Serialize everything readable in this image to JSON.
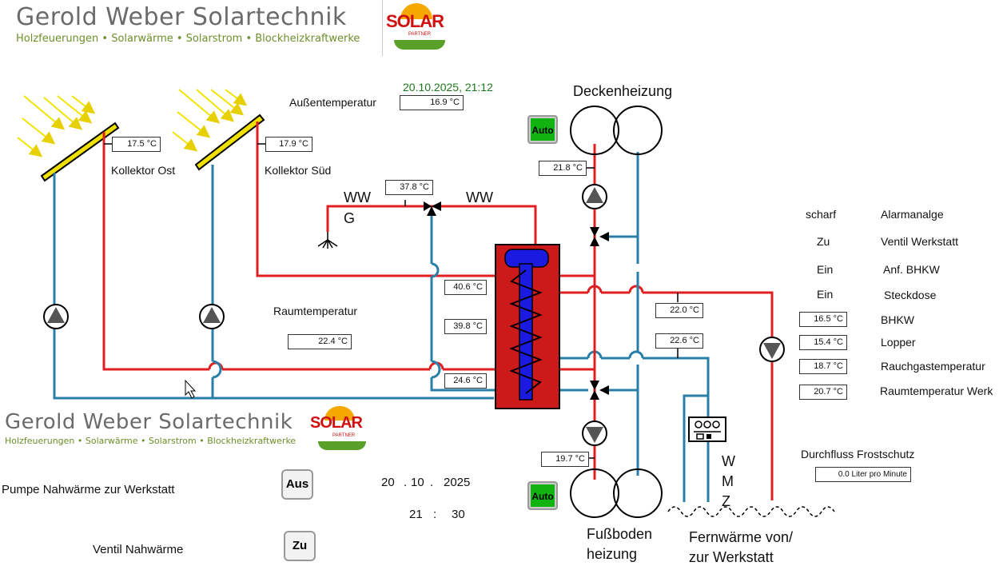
{
  "brand": {
    "title": "Gerold Weber Solartechnik",
    "subtitle": "Holzfeuerungen • Solarwärme • Solarstrom • Blockheizkraftwerke",
    "logo_text": "SOLAR",
    "logo_sub": "PARTNER"
  },
  "header_datetime": "20.10.2025,  21:12",
  "outdoor": {
    "label": "Außentemperatur",
    "value": "16.9 °C"
  },
  "collectors": [
    {
      "label": "Kollektor Ost",
      "value": "17.5 °C"
    },
    {
      "label": "Kollektor Süd",
      "value": "17.9 °C"
    }
  ],
  "hotwater": {
    "ww_left": "WW",
    "g": "G",
    "ww_right": "WW",
    "mixer_temp": "37.8 °C"
  },
  "room": {
    "label": "Raumtemperatur",
    "value": "22.4 °C"
  },
  "storage_temps": [
    "40.6 °C",
    "39.8 °C",
    "24.6 °C"
  ],
  "ceiling": {
    "label": "Deckenheizung",
    "mode": "Auto",
    "temp": "21.8 °C"
  },
  "floor": {
    "label_line1": "Fußboden",
    "label_line2": "heizung",
    "mode": "Auto",
    "temp": "19.7 °C"
  },
  "distribution_temps": [
    "22.0 °C",
    "22.6 °C"
  ],
  "status": [
    {
      "state": "scharf",
      "label": "Alarmanalge"
    },
    {
      "state": "Zu",
      "label": "Ventil Werkstatt"
    },
    {
      "state": "Ein",
      "label": "Anf. BHKW"
    },
    {
      "state": "Ein",
      "label": "Steckdose"
    }
  ],
  "readings": [
    {
      "value": "16.5 °C",
      "label": "BHKW"
    },
    {
      "value": "15.4 °C",
      "label": "Lopper"
    },
    {
      "value": "18.7 °C",
      "label": "Rauchgastemperatur"
    },
    {
      "value": "20.7 °C",
      "label": "Raumtemperatur Werk"
    }
  ],
  "flow": {
    "label": "Durchfluss Frostschutz",
    "value": "0.0 Liter pro Minute"
  },
  "wmz": {
    "w": "W",
    "m": "M",
    "z": "Z"
  },
  "district": {
    "line1": "Fernwärme von/",
    "line2": "zur Werkstatt"
  },
  "controls": {
    "pump_label": "Pumpe  Nahwärme zur Werkstatt",
    "pump_button": "Aus",
    "valve_label": "Ventil Nahwärme",
    "valve_button": "Zu",
    "date_day": "20",
    "date_month": "10",
    "date_year": "2025",
    "time_hour": "21",
    "time_min": "30",
    "date_sep": ".",
    "time_sep": ":"
  },
  "colors": {
    "hot": "#e02020",
    "cold": "#2a7fa8",
    "tank": "#cc1a1a",
    "coil": "#1a1ae0",
    "panel": "#f0e000"
  }
}
